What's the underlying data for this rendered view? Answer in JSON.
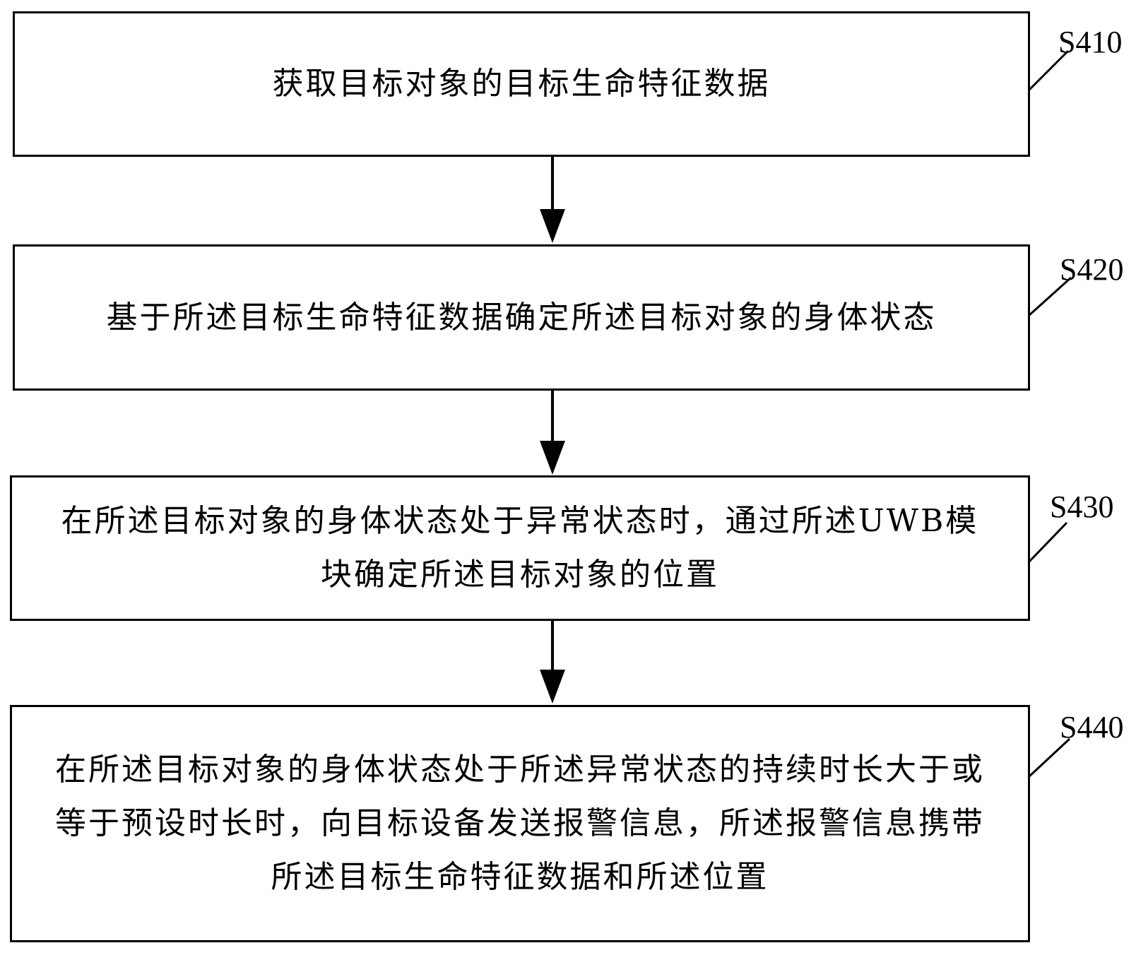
{
  "steps": [
    {
      "id": "S410",
      "text": "获取目标对象的目标生命特征数据"
    },
    {
      "id": "S420",
      "text": "基于所述目标生命特征数据确定所述目标对象的身体状态"
    },
    {
      "id": "S430",
      "text": "在所述目标对象的身体状态处于异常状态时，通过所述UWB模块确定所述目标对象的位置"
    },
    {
      "id": "S440",
      "text": "在所述目标对象的身体状态处于所述异常状态的持续时长大于或等于预设时长时，向目标设备发送报警信息，所述报警信息携带所述目标生命特征数据和所述位置"
    }
  ]
}
